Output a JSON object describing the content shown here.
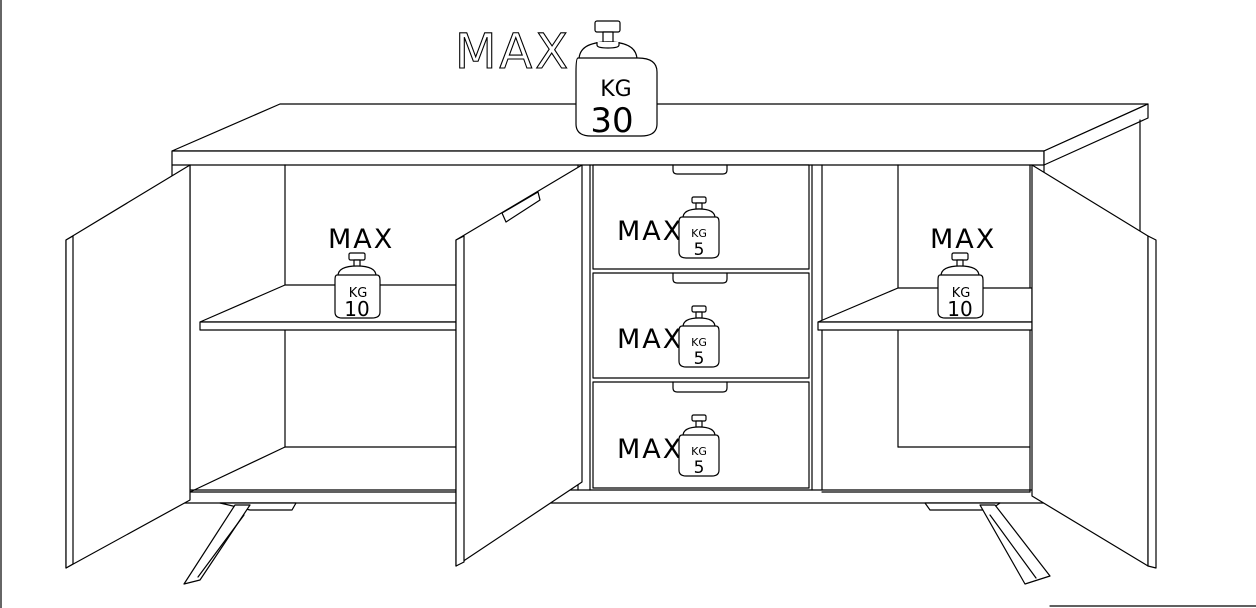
{
  "max_label": "MAX",
  "unit_label": "KG",
  "loads": {
    "top": {
      "label": "MAX",
      "unit": "KG",
      "value": "30"
    },
    "left_shelf": {
      "label": "MAX",
      "unit": "KG",
      "value": "10"
    },
    "right_shelf": {
      "label": "MAX",
      "unit": "KG",
      "value": "10"
    },
    "drawer_1": {
      "label": "MAX",
      "unit": "KG",
      "value": "5"
    },
    "drawer_2": {
      "label": "MAX",
      "unit": "KG",
      "value": "5"
    },
    "drawer_3": {
      "label": "MAX",
      "unit": "KG",
      "value": "5"
    }
  }
}
